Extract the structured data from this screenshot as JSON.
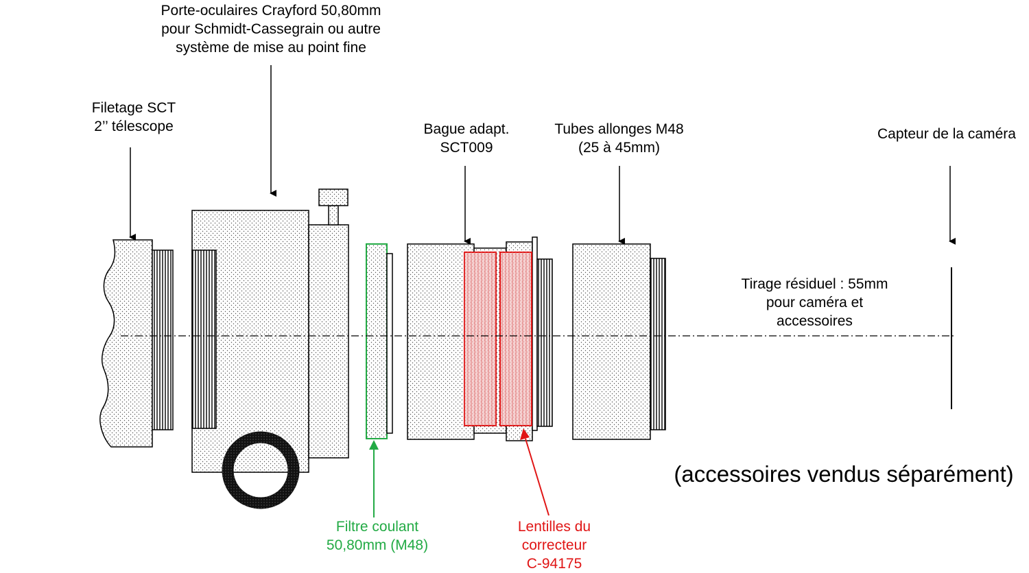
{
  "labels": {
    "crayford": [
      "Porte-oculaires Crayford 50,80mm",
      "pour Schmidt-Cassegrain ou autre",
      "système de mise au point fine"
    ],
    "sct_thread": [
      "Filetage SCT",
      "2’’ télescope"
    ],
    "adapter_ring": [
      "Bague adapt.",
      "SCT009"
    ],
    "extension_tubes": [
      "Tubes allonges M48",
      "(25 à 45mm)"
    ],
    "camera_sensor": [
      "Capteur de la caméra"
    ],
    "backfocus": [
      "Tirage résiduel : 55mm",
      "pour caméra et",
      "accessoires"
    ],
    "filter": [
      "Filtre coulant",
      "50,80mm (M48)"
    ],
    "corrector_lenses": [
      "Lentilles du",
      "correcteur",
      "C-94175"
    ],
    "note": "(accessoires vendus séparément)"
  },
  "colors": {
    "filter": "#22aa44",
    "corrector_lenses": "#e01515",
    "outline": "#000000"
  }
}
